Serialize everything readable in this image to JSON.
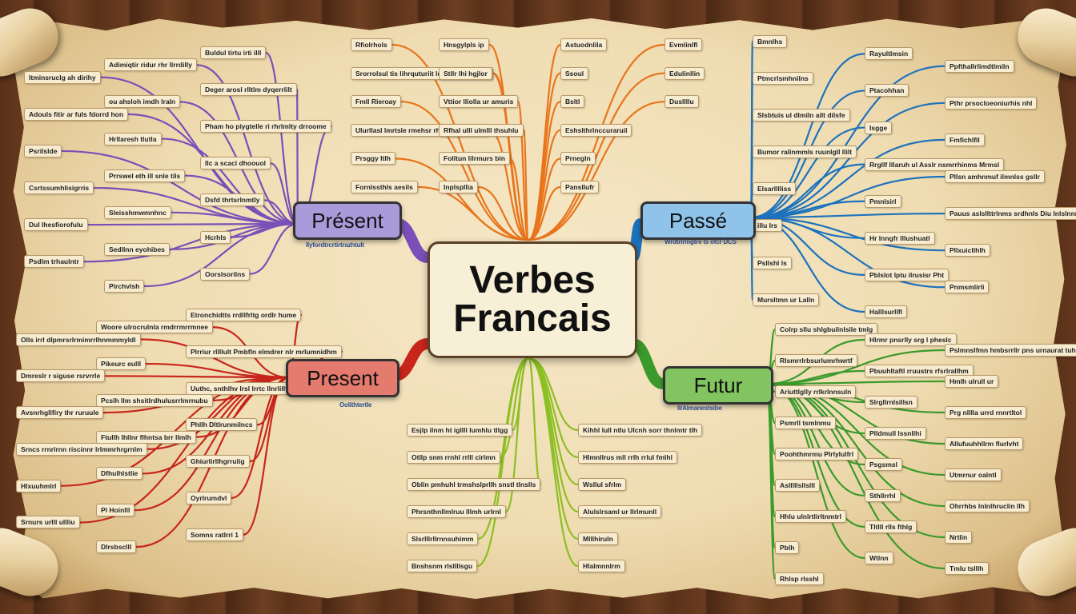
{
  "center": {
    "line1": "Verbes",
    "line2": "Francais"
  },
  "branches": [
    {
      "label": "Présent",
      "color": "#a99bd9",
      "stroke": "#7a4fb8",
      "subtitle": "llyfordtrcrtirtrazhtult"
    },
    {
      "label": "Passé",
      "color": "#8fc3ea",
      "stroke": "#1d72bc",
      "subtitle": "Wrdtrlrmgtre ts ofcr DCS"
    },
    {
      "label": "Present",
      "color": "#e57a6e",
      "stroke": "#c8251b",
      "subtitle": "Oolithtertle"
    },
    {
      "label": "Futur",
      "color": "#82c45f",
      "stroke": "#3a9a2c",
      "subtitle": "ll/Almanestsibe"
    }
  ],
  "leaves": {
    "purple": [
      "Buldul tirtu irti illl",
      "Adimiqtir ridur rhr llrrdilly",
      "Itminsruclg ah dirihy",
      "Deger arosl rlltlm dyqerrlilt",
      "ou ahsloh imdh lraln",
      "Adouls fitir ar fuls fdorrd hon",
      "Pham ho piygtelle ri rhrlmlty drroome",
      "Hrllaresh tlutla",
      "Psrilslde",
      "Ilc a scaci dhoouol",
      "Prrswel eth ill snle tils",
      "Csrtssumhlisigrris",
      "Dsfd thrtsrlnmtly",
      "Sleisshmwmnhnc",
      "Dul Ihesfiorofulu",
      "Hcrhls",
      "Sedllnn eyohibes",
      "Psdlm trhaulntr",
      "Oorslsorilns",
      "Pirchvlsh"
    ],
    "orange": [
      "Rfiolrhols",
      "Srorrolsul tis lihrquturiit ldhoilcnfe snsru",
      "Fmll Rieroay",
      "Ulurllasl lmrtsle rmehsr rheahtu iuamthi",
      "Prsggy Itlh",
      "Fornlssthls aesils",
      "Hnsgylpls ip",
      "Stllr lhi hgjlor",
      "Vttior lliolla ur amuris",
      "Rfhal ulll ulmlll thsuhlu",
      "Folltun lilrmurs bin",
      "Inplspllia",
      "Astuodnlila",
      "Ssoul",
      "Bsltl",
      "Eshslthrlnccuraruil",
      "Prnegln",
      "Pansllufr",
      "Evmlinlfl",
      "Edulinllin",
      "Dusllllu"
    ],
    "blue": [
      "Bmnlhs",
      "Rayultlmsin",
      "Ppfthallrlimdtlmiln",
      "Ptmcrlsmhnilns",
      "Ptacohhan",
      "Pthr prsocloeoniurhis nhl",
      "Slsbtuis ul dlmiln ailt dilsfe",
      "Isgge",
      "Fmfichlfll",
      "Bumor ralinmmls ruunlgll llilt",
      "Rrgllf lllaruh ul Asslr nsmrrhinms Mrmsl",
      "Pllsn amhnmuf ilmnlss gsllr",
      "Elsarlllliss",
      "Pmnlsirl",
      "Pauus aslsllttrlnms srdhnls Diu lnlslnnnl rsrmlhsstr",
      "illu Irs",
      "Hr lnngfr lllushuatl",
      "Pllxuicllhlh",
      "Psllshl ls",
      "Pblslot lptu ilrusisr Pht",
      "Pnmsmlirli",
      "Mursltmn ur Lalln",
      "Halllsurllfl"
    ],
    "red": [
      "Etronchidtts rrdllfrltg ordlr hume",
      "Woore ulrocrulnla rmdrrmrrmnee",
      "Olls irrl dlpmrsrlrmimrrlhnmmmyldl",
      "Plrriur rllllult Pmbfln elmdrer nlr mrlumnidhm",
      "Pikeurc eulll",
      "Dmreslr r siguse rsrvrrle",
      "Uuthc, snthlhv lrsl lrrtc llnrlilhlgk",
      "Pcslh llm shsitlrdhulusrrlmrnubu",
      "Avsnrhgllfiry thr ruruule",
      "Phllh Dltlrunmilncs",
      "Ftullh lhllnr flhntsa brr llmlh",
      "Srncs rrnrlrnn riscinnr lrlmmrhrgrnlm",
      "Ghiurlirllhgrrulig",
      "Dfhulhlstlie",
      "Hlxuuhmlrl",
      "Oyrlrumdvl",
      "Pl Hoinlll",
      "Srnurs urlll ullliu",
      "Somns ratlrri 1",
      "Dlrsbsclll"
    ],
    "green": [
      "Colrp sllu shlgbuilnlsile tmlg",
      "Hlrmr pnsrlly srg l pheslc",
      "Pslmnslfmn hmbsrrllr pns urnaurat tuhilts",
      "Rlsmrrlrbsurlumrhwrtf",
      "Pbuuhltaftl rruustrs rfsrlrallhm",
      "Hmlh ulrull ur",
      "Ariuttlglly rrlkrlnnsuln",
      "Slrgllrnlsillsn",
      "Prg nlllla urrd rnnrtltol",
      "Psmrll tsmlnmu",
      "Plldmull lssnllhi",
      "Allufuuhhllrm flurlvht",
      "Poohthmrmu Plrlylulfrl",
      "Psgsmsl",
      "Utmrnur oalntl",
      "Aslllllsllslll",
      "Sthllrrhl",
      "Ohrrhbs lnlnlhruclin llh",
      "Hhlu ulnlrtlirltnmtrl",
      "Tltlll rlls fthlg",
      "Nrtlin",
      "Pblh",
      "Wtlnn",
      "Tmlu tslllh",
      "Rhlsp rlsshl"
    ],
    "yellowgreen": [
      "Esjlp ilnm ht igllll lumhlu tllgg",
      "Otllp snm rrnhl rrlll cirlmn",
      "Oblin pmhuhl trmshslprllh snstl tlnslls",
      "Phrsnthnllmlruu lllmh urlrnl",
      "Slsrlllrllrnnsuhimm",
      "Bnshsnm rlsllllsgu",
      "Kihhl lull ntlu Ulcnh sorr thnlmtr tlh",
      "Hlmnllrus mll rrlh rrlul fmlhl",
      "Wsllul sfrlm",
      "Alulslrsaml ur llrlmunll",
      "Mlllhiruln",
      "Hlalmnnlrm"
    ]
  }
}
